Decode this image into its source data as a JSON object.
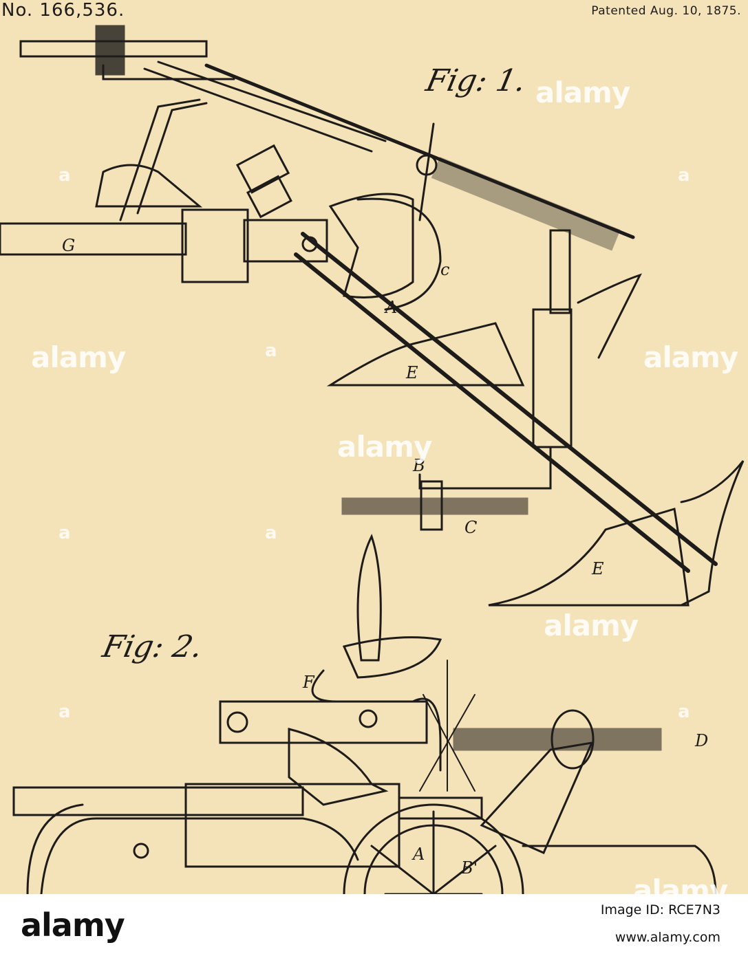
{
  "header": {
    "patent_number": "No. 166,536.",
    "patent_date": "Patented Aug. 10, 1875."
  },
  "figures": {
    "fig1_label": "Fig: 1.",
    "fig2_label": "Fig: 2."
  },
  "letters": {
    "A": "A",
    "B": "B",
    "C": "C",
    "D": "D",
    "E": "E",
    "F": "F",
    "G": "G"
  },
  "watermark": {
    "text": "alamy",
    "small": "a"
  },
  "footer": {
    "logo": "alamy",
    "image_id": "Image ID: RCE7N3",
    "site": "www.alamy.com"
  },
  "colors": {
    "paper": "#f4e2b8",
    "ink": "#1e1c1a",
    "watermark": "#ffffff"
  }
}
